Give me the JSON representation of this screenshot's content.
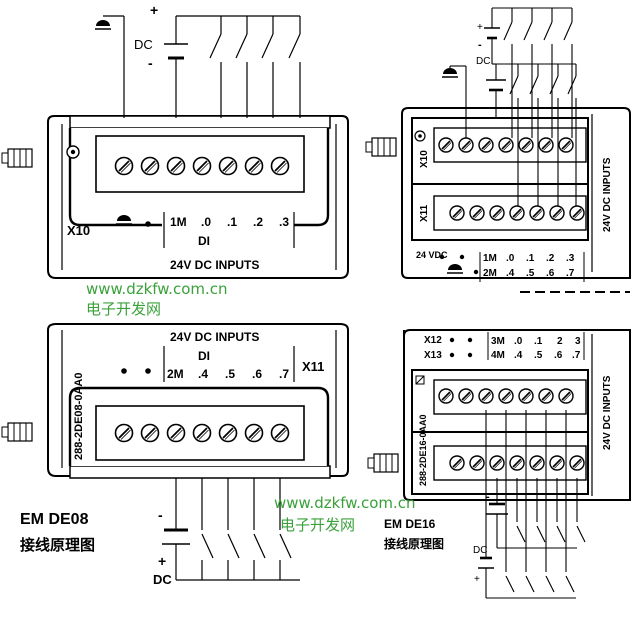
{
  "module_left": {
    "title": "EM DE08",
    "subtitle": "接线原理图",
    "part_number": "288-2DE08-0AA0",
    "top_block": {
      "connector": "X10",
      "label": "24V DC INPUTS",
      "group": "DI",
      "terminals": [
        "1M",
        ".0",
        ".1",
        ".2",
        ".3"
      ]
    },
    "bottom_block": {
      "connector": "X11",
      "label": "24V DC INPUTS",
      "group": "DI",
      "terminals": [
        "2M",
        ".4",
        ".5",
        ".6",
        ".7"
      ]
    },
    "supply_top": {
      "label": "DC",
      "plus": "+",
      "minus": "-"
    },
    "supply_bottom": {
      "label": "DC",
      "plus": "+",
      "minus": "-"
    }
  },
  "module_right": {
    "title": "EM DE16",
    "subtitle": "接线原理图",
    "part_number": "288-2DE16-0AA0",
    "top_block": {
      "connector_a": "X10",
      "connector_b": "X11",
      "label": "24V DC INPUTS",
      "supply_label": "24 VDC",
      "row1": [
        "1M",
        ".0",
        ".1",
        ".2",
        ".3"
      ],
      "row2": [
        "2M",
        ".4",
        ".5",
        ".6",
        ".7"
      ]
    },
    "bottom_block": {
      "connector_a": "X12",
      "connector_b": "X13",
      "label": "24V DC INPUTS",
      "row1": [
        "3M",
        ".0",
        ".1",
        "2",
        "3"
      ],
      "row2": [
        "4M",
        ".4",
        ".5",
        ".6",
        ".7"
      ]
    },
    "supply_top": {
      "label": "DC",
      "plus": "+",
      "minus": "-"
    },
    "supply_bottom": {
      "label": "DC",
      "plus": "+",
      "minus": "-"
    }
  },
  "watermark": {
    "url": "www.dzkfw.com.cn",
    "name": "电子开发网"
  }
}
